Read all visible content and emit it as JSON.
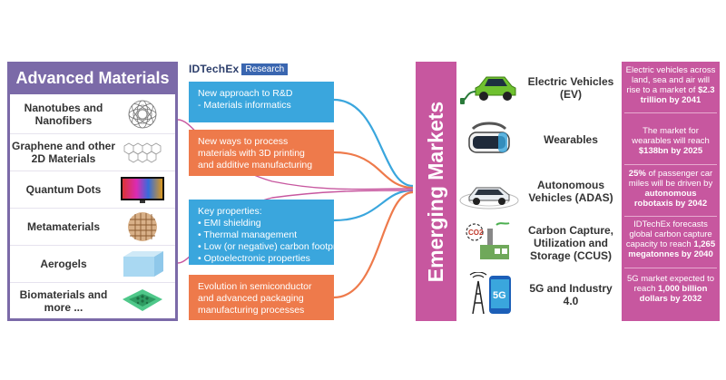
{
  "left": {
    "title": "Advanced Materials",
    "items": [
      {
        "label": "Nanotubes and Nanofibers",
        "icon": "nanotube-sphere-icon"
      },
      {
        "label": "Graphene and other 2D Materials",
        "icon": "graphene-lattice-icon"
      },
      {
        "label": "Quantum Dots",
        "icon": "quantum-dots-screen-icon"
      },
      {
        "label": "Metamaterials",
        "icon": "metamaterial-lattice-icon"
      },
      {
        "label": "Aerogels",
        "icon": "aerogel-block-icon"
      },
      {
        "label": "Biomaterials and more ...",
        "icon": "biomaterial-chip-icon"
      }
    ]
  },
  "logo": {
    "brand": "IDTechEx",
    "tag": "Research"
  },
  "middle": {
    "box1": {
      "line1": "New approach to R&D",
      "line2": "- Materials informatics"
    },
    "box2": {
      "line1": "New ways to process",
      "line2": "materials with 3D printing",
      "line3": "and additive manufacturing"
    },
    "box3": {
      "title": "Key properties:",
      "items": [
        "• EMI shielding",
        "• Thermal management",
        "• Low (or negative) carbon footprint",
        "• Optoelectronic properties"
      ]
    },
    "box4": {
      "line1": "Evolution in semiconductor",
      "line2": "and advanced packaging",
      "line3": "manufacturing processes"
    }
  },
  "right": {
    "title": "Emerging Markets",
    "markets": [
      {
        "label": "Electric Vehicles (EV)",
        "icon": "electric-car-icon",
        "desc_pre": "Electric vehicles across land, sea and air will rise to a market of",
        "desc_bold": "$2.3 trillion by 2041",
        "desc_post": ""
      },
      {
        "label": "Wearables",
        "icon": "vr-headset-icon",
        "desc_pre": "The market for wearables will reach",
        "desc_bold": "$138bn by 2025",
        "desc_post": ""
      },
      {
        "label": "Autonomous Vehicles (ADAS)",
        "icon": "autonomous-car-icon",
        "desc_pre": "",
        "desc_bold": "25%",
        "desc_post": "of passenger car miles will be driven by",
        "desc_bold2": "autonomous robotaxis by 2042"
      },
      {
        "label": "Carbon Capture, Utilization and Storage (CCUS)",
        "icon": "co2-factory-icon",
        "desc_pre": "IDTechEx forecasts global carbon capture capacity to reach",
        "desc_bold": "1,265 megatonnes by 2040",
        "desc_post": ""
      },
      {
        "label": "5G and Industry 4.0",
        "icon": "5g-tower-icon",
        "desc_pre": "5G market expected to reach",
        "desc_bold": "1,000 billion dollars by 2032",
        "desc_post": ""
      }
    ]
  },
  "colors": {
    "purple": "#7b6aa8",
    "magenta": "#c7579f",
    "blue": "#3aa6dd",
    "orange": "#ee7a4b"
  }
}
